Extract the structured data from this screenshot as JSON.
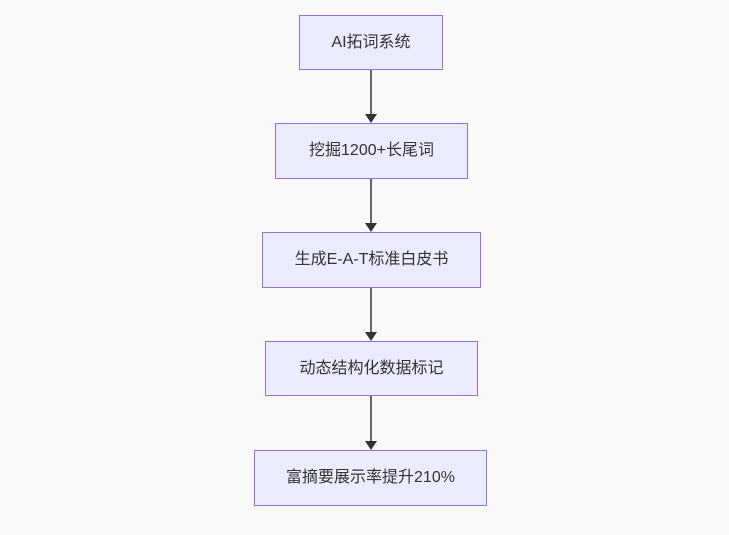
{
  "flowchart": {
    "direction": "top-down",
    "nodes": [
      {
        "label": "AI拓词系统"
      },
      {
        "label": "挖掘1200+长尾词"
      },
      {
        "label": "生成E-A-T标准白皮书"
      },
      {
        "label": "动态结构化数据标记"
      },
      {
        "label": "富摘要展示率提升210%"
      }
    ],
    "edges": [
      {
        "from": 0,
        "to": 1,
        "style": "arrow-down"
      },
      {
        "from": 1,
        "to": 2,
        "style": "arrow-down"
      },
      {
        "from": 2,
        "to": 3,
        "style": "arrow-down"
      },
      {
        "from": 3,
        "to": 4,
        "style": "arrow-down"
      }
    ]
  },
  "theme": {
    "page_bg": "#f9f9f9",
    "node_fill": "#ececff",
    "node_border": "#9370db",
    "node_text": "#333333",
    "arrow_line": "#666666",
    "arrow_head": "#333333"
  }
}
